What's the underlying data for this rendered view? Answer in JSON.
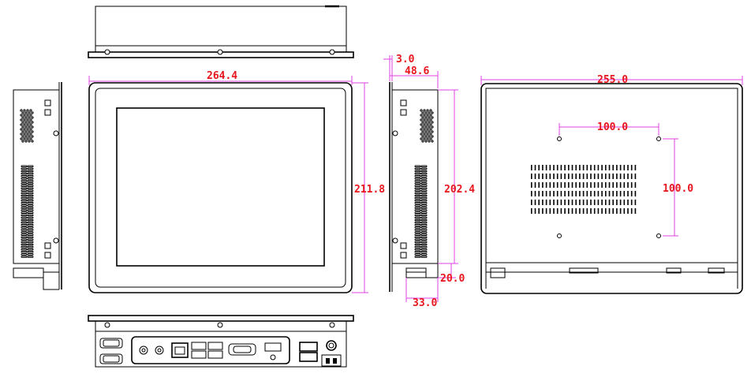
{
  "dimensions": {
    "front_width": "264.4",
    "front_height": "211.8",
    "side_thickness_front": "3.0",
    "side_depth": "48.6",
    "side_height": "202.4",
    "side_bottom_depth": "33.0",
    "side_bottom_height": "20.0",
    "rear_width": "255.0",
    "vesa_horizontal": "100.0",
    "vesa_vertical": "100.0"
  },
  "colors": {
    "dimension_line": "#e040e0",
    "dimension_text": "#e8141c",
    "outline": "#000000"
  }
}
